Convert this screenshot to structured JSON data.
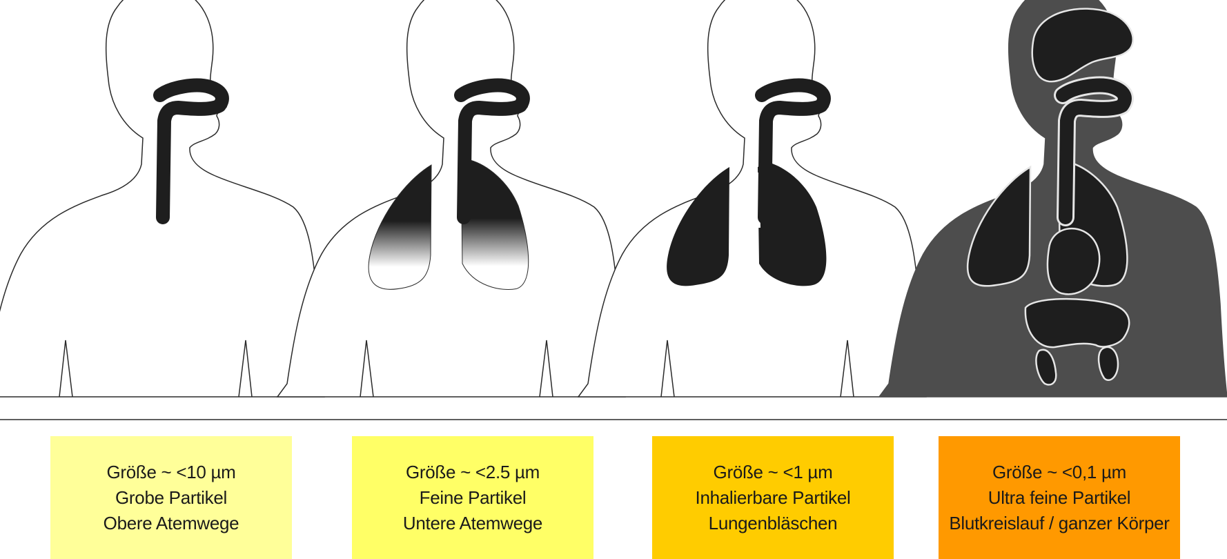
{
  "panels": [
    {
      "size": "Größe ~ <10 µm",
      "category": "Grobe Partikel",
      "region": "Obere Atemwege",
      "box_color": "#ffff99"
    },
    {
      "size": "Größe ~ <2.5 µm",
      "category": "Feine Partikel",
      "region": "Untere Atemwege",
      "box_color": "#ffff66"
    },
    {
      "size": "Größe ~ <1 µm",
      "category": "Inhalierbare Partikel",
      "region": "Lungenbläschen",
      "box_color": "#ffcc00"
    },
    {
      "size": "Größe ~ <0,1 µm",
      "category": "Ultra feine Partikel",
      "region": "Blutkreislauf / ganzer Körper",
      "box_color": "#ff9900"
    }
  ],
  "colors": {
    "organ": "#1e1e1e",
    "body_fill_panel4": "#4d4d4d",
    "outline": "#2a2a2a"
  }
}
